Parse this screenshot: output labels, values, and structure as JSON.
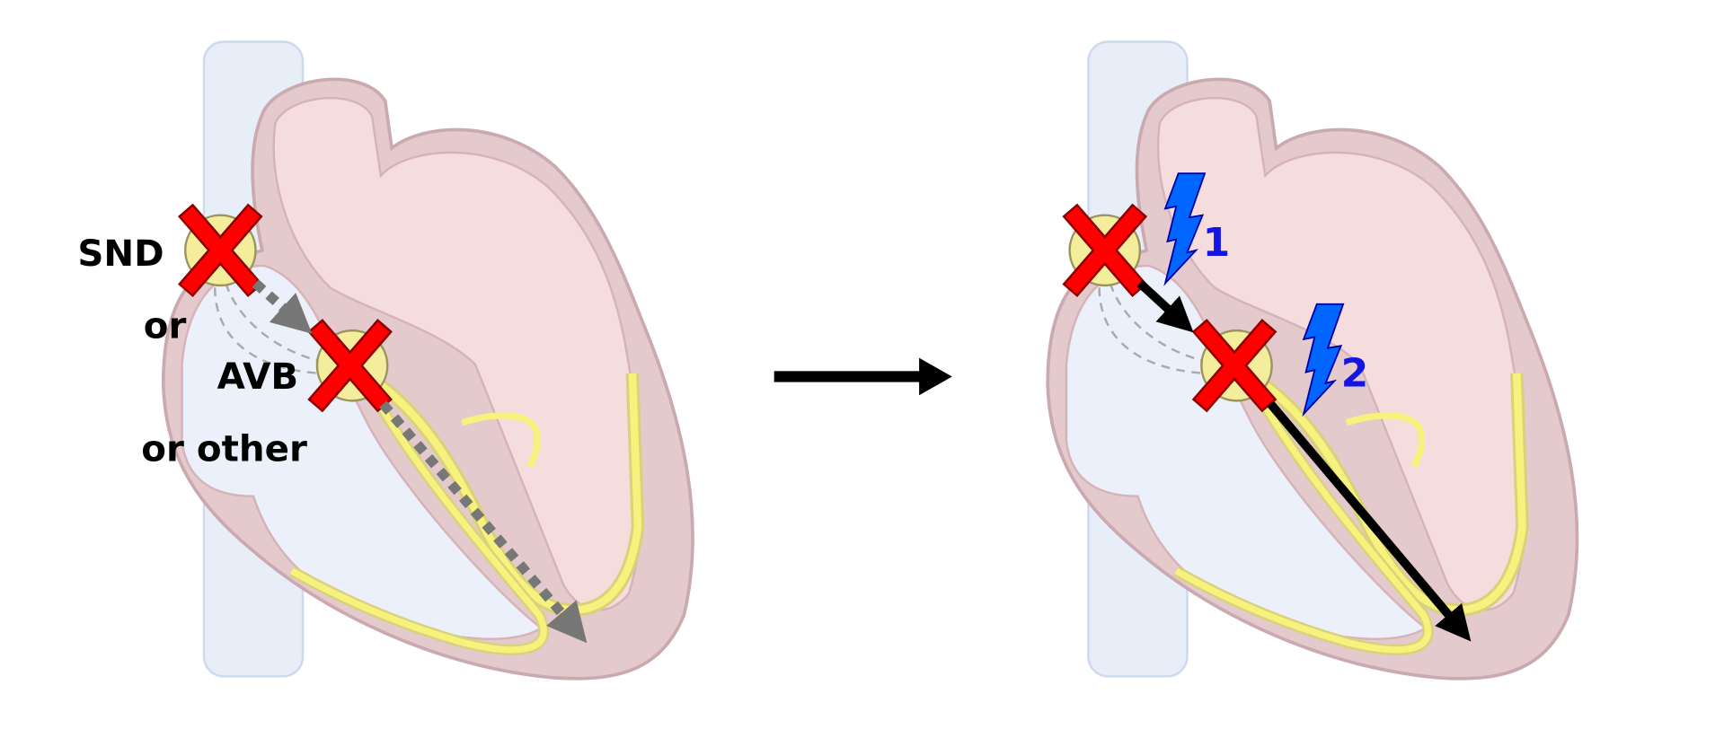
{
  "left_panel": {
    "labels": {
      "snd": "SND",
      "or1": "or",
      "avb": "AVB",
      "or2": "or other"
    }
  },
  "right_panel": {
    "shock_labels": [
      "1",
      "2"
    ]
  },
  "colors": {
    "block_x": "#ff0000",
    "shock": "#0066ff",
    "shock_label": "#1414e6",
    "conduction": "#f7f27e",
    "impaired_arrow": "#777777",
    "paced_arrow": "#000000"
  }
}
